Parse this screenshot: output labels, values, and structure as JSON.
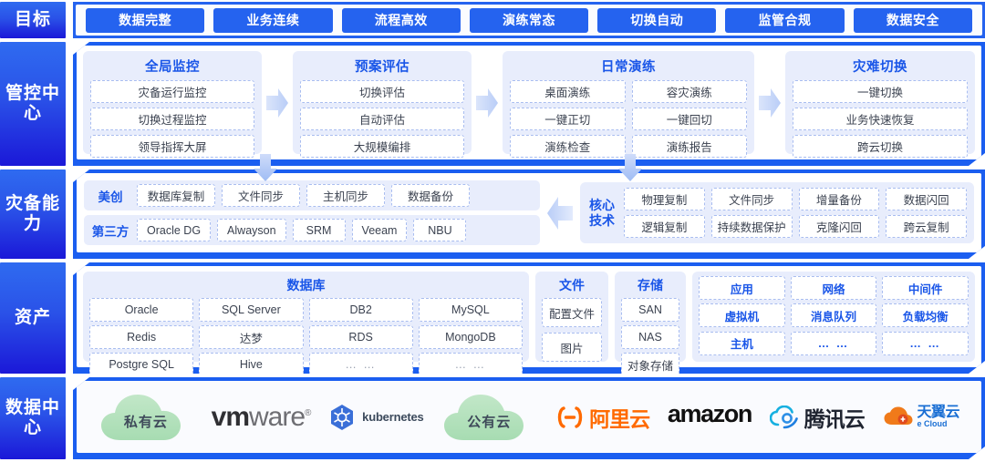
{
  "diagram": {
    "title": "灾备架构分层图",
    "accent": "#2563ef",
    "deep_blue": "#1b18d8",
    "panel_blue": "#e8edfc",
    "cell_border": "#a9bdf0"
  },
  "rows": {
    "goal": {
      "label": "目标",
      "chips": [
        "数据完整",
        "业务连续",
        "流程高效",
        "演练常态",
        "切换自动",
        "监管合规",
        "数据安全"
      ]
    },
    "management": {
      "label": "管控中心",
      "groups": [
        {
          "title": "全局监控",
          "columns": [
            [
              "灾备运行监控",
              "切换过程监控",
              "领导指挥大屏"
            ]
          ]
        },
        {
          "title": "预案评估",
          "columns": [
            [
              "切换评估",
              "自动评估",
              "大规模编排"
            ]
          ]
        },
        {
          "title": "日常演练",
          "columns": [
            [
              "桌面演练",
              "一键正切",
              "演练检查"
            ],
            [
              "容灾演练",
              "一键回切",
              "演练报告"
            ]
          ]
        },
        {
          "title": "灾难切换",
          "columns": [
            [
              "一键切换",
              "业务快速恢复",
              "跨云切换"
            ]
          ]
        }
      ]
    },
    "dr_capability": {
      "label": "灾备能力",
      "bands": [
        {
          "tag": "美创",
          "items": [
            "数据库复制",
            "文件同步",
            "主机同步",
            "数据备份"
          ]
        },
        {
          "tag": "第三方",
          "items": [
            "Oracle DG",
            "Alwayson",
            "SRM",
            "Veeam",
            "NBU"
          ]
        }
      ],
      "core": {
        "tag": "核心技术",
        "items": [
          "物理复制",
          "文件同步",
          "增量备份",
          "数据闪回",
          "逻辑复制",
          "持续数据保护",
          "克隆闪回",
          "跨云复制"
        ]
      }
    },
    "asset": {
      "label": "资产",
      "groups": [
        {
          "title": "数据库",
          "items": [
            "Oracle",
            "SQL Server",
            "DB2",
            "MySQL",
            "Redis",
            "达梦",
            "RDS",
            "MongoDB",
            "Postgre SQL",
            "Hive",
            "… …",
            "… …"
          ]
        },
        {
          "title": "文件",
          "items": [
            "配置文件",
            "图片"
          ]
        },
        {
          "title": "存储",
          "items": [
            "SAN",
            "NAS",
            "对象存储"
          ]
        },
        {
          "title": "",
          "items": [
            "应用",
            "网络",
            "中间件",
            "虚拟机",
            "消息队列",
            "负载均衡",
            "主机",
            "… …",
            "… …"
          ]
        }
      ]
    },
    "datacenter": {
      "label": "数据中心",
      "logos": [
        {
          "id": "private-cloud",
          "text": "私有云",
          "kind": "cloud"
        },
        {
          "id": "vmware",
          "text": "vmware",
          "kind": "wordmark"
        },
        {
          "id": "kubernetes",
          "text": "kubernetes",
          "kind": "icon-word"
        },
        {
          "id": "public-cloud",
          "text": "公有云",
          "kind": "cloud"
        },
        {
          "id": "alibaba-cloud",
          "text": "阿里云",
          "kind": "icon-word"
        },
        {
          "id": "amazon",
          "text": "amazon",
          "kind": "wordmark"
        },
        {
          "id": "tencent-cloud",
          "text": "腾讯云",
          "kind": "icon-word"
        },
        {
          "id": "tianyi-cloud",
          "text": "天翼云",
          "sub": "e Cloud",
          "kind": "icon-word"
        }
      ]
    }
  }
}
